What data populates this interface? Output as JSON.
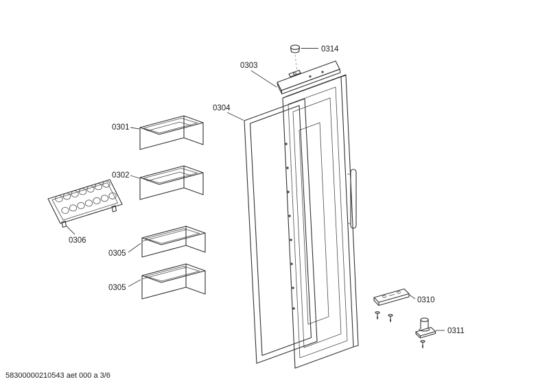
{
  "document": {
    "footer_code": "58300000210543 aet 000 a 3/6"
  },
  "part_labels": {
    "p0314": "0314",
    "p0303": "0303",
    "p0304": "0304",
    "p0301": "0301",
    "p0302": "0302",
    "p0306": "0306",
    "p0305_upper": "0305",
    "p0305_lower": "0305",
    "p0310": "0310",
    "p0311": "0311"
  }
}
